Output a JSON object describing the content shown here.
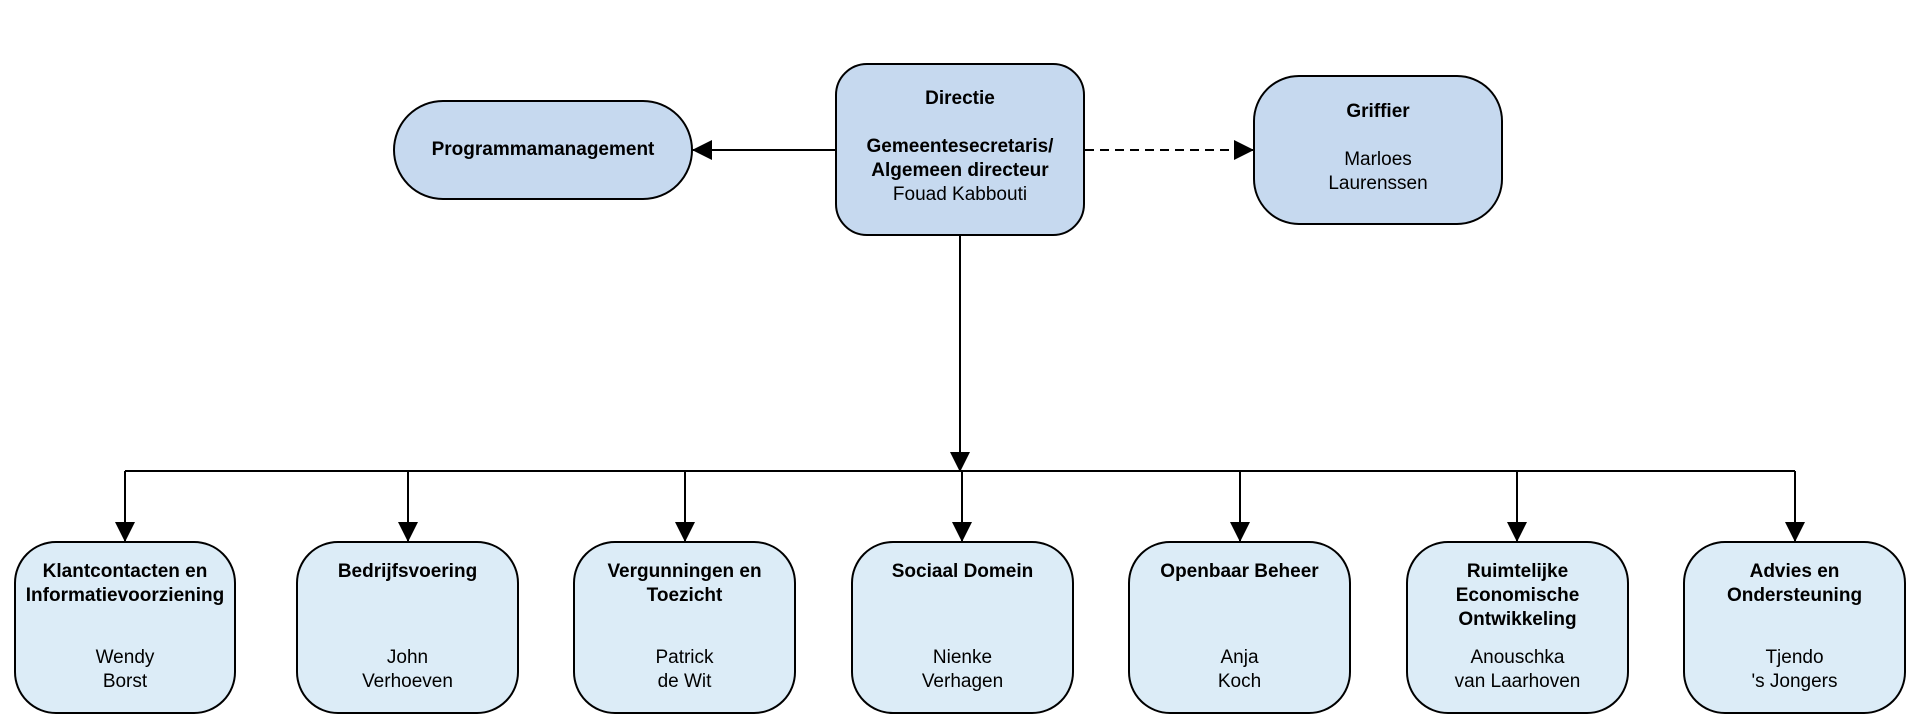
{
  "directie": {
    "title": "Directie",
    "subtitle": "Gemeentesecretaris/\nAlgemeen directeur",
    "name": "Fouad Kabbouti"
  },
  "programmamanagement": {
    "title": "Programmamanagement"
  },
  "griffier": {
    "title": "Griffier",
    "name": "Marloes\nLaurenssen"
  },
  "departments": [
    {
      "title": "Klantcontacten en Informatievoorziening",
      "name": "Wendy\nBorst"
    },
    {
      "title": "Bedrijfsvoering",
      "name": "John\nVerhoeven"
    },
    {
      "title": "Vergunningen en Toezicht",
      "name": "Patrick\nde Wit"
    },
    {
      "title": "Sociaal Domein",
      "name": "Nienke\nVerhagen"
    },
    {
      "title": "Openbaar Beheer",
      "name": "Anja\nKoch"
    },
    {
      "title": "Ruimtelijke Economische Ontwikkeling",
      "name": "Anouschka\nvan Laarhoven"
    },
    {
      "title": "Advies en Ondersteuning",
      "name": "Tjendo\n's Jongers"
    }
  ],
  "colors": {
    "top_box_fill": "#c6d9ef",
    "department_box_fill": "#dcecf7",
    "stroke": "#000000"
  }
}
